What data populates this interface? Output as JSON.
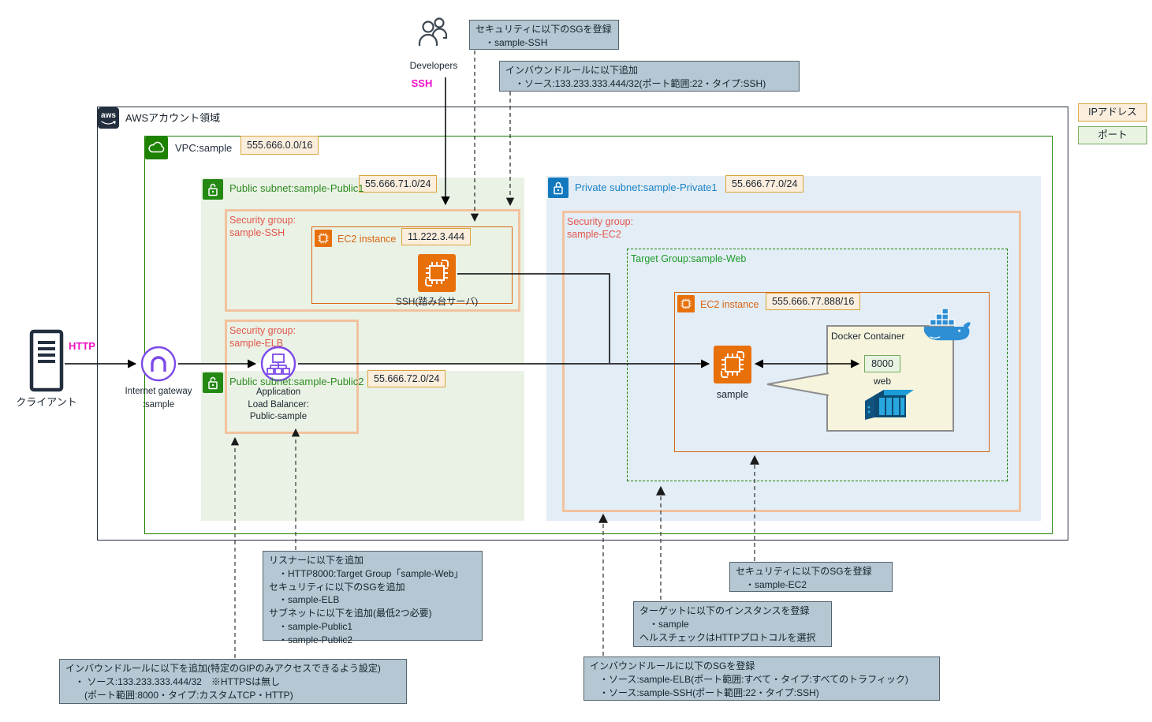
{
  "aws_account": {
    "logo_text": "aws",
    "label": "AWSアカウント領域"
  },
  "legend": {
    "ip": "IPアドレス",
    "port": "ポート"
  },
  "vpc": {
    "label": "VPC:sample",
    "cidr": "555.666.0.0/16"
  },
  "public_subnet1": {
    "label": "Public subnet:sample-Public1",
    "cidr": "55.666.71.0/24"
  },
  "public_subnet2": {
    "label": "Public subnet:sample-Public2",
    "cidr": "55.666.72.0/24"
  },
  "private_subnet": {
    "label": "Private subnet:sample-Private1",
    "cidr": "55.666.77.0/24"
  },
  "security_groups": {
    "ssh": {
      "label": "Security group:\nsample-SSH"
    },
    "elb": {
      "label": "Security group:\nsample-ELB"
    },
    "ec2": {
      "label": "Security group:\nsample-EC2"
    }
  },
  "target_group": {
    "label": "Target Group:sample-Web"
  },
  "bastion": {
    "box_label": "EC2 instance",
    "ip": "11.222.3.444",
    "name": "SSH(踏み台サーバ)"
  },
  "app_ec2": {
    "box_label": "EC2 instance",
    "ip": "555.666.77.888/16",
    "name": "sample"
  },
  "docker": {
    "title": "Docker Container",
    "port": "8000",
    "port_name": "web"
  },
  "client": {
    "label": "クライアント",
    "protocol": "HTTP"
  },
  "internet_gateway": {
    "label": "Internet gateway\n:sample"
  },
  "alb": {
    "label": "Application\nLoad Balancer:\nPublic-sample"
  },
  "developers": {
    "label": "Developers",
    "protocol": "SSH"
  },
  "annotations": {
    "register_sg_ssh": "セキュリティに以下のSGを登録\n　・sample-SSH",
    "inbound_ssh": "インバウンドルールに以下追加\n　・ソース:133.233.333.444/32(ポート範囲:22・タイプ:SSH)",
    "listener": "リスナーに以下を追加\n　・HTTP8000:Target Group「sample-Web」\nセキュリティに以下のSGを追加\n　・sample-ELB\nサブネットに以下を追加(最低2つ必要)\n　・sample-Public1\n　・sample-Public2",
    "inbound_elb": "インバウンドルールに以下を追加(特定のGIPのみアクセスできるよう設定)\n　・ ソース:133.233.333.444/32　※HTTPSは無し\n　　(ポート範囲:8000・タイプ:カスタムTCP・HTTP)",
    "register_sg_ec2": "セキュリティに以下のSGを登録\n　・sample-EC2",
    "target_register": "ターゲットに以下のインスタンスを登録\n　・sample\nヘルスチェックはHTTPプロトコルを選択",
    "inbound_ec2_sg": "インバウンドルールに以下のSGを登録\n　・ソース:sample-ELB(ポート範囲:すべて・タイプ:すべてのトラフィック)\n　・ソース:sample-SSH(ポート範囲:22・タイプ:SSH)"
  },
  "colors": {
    "aws_border": "#232f3e",
    "vpc_green": "#1d8102",
    "subnet_public_fill": "#eaf2e5",
    "subnet_private_fill": "#e3edf6",
    "sg_border": "#f2c29e",
    "sg_text_red": "#e2574c",
    "ec2_orange": "#ed7100",
    "alb_purple": "#8c4fff",
    "magenta": "#ee10c3",
    "ip_badge_fill": "#fceedd",
    "ip_badge_border": "#d9a43b",
    "port_badge_fill": "#e9f3e2",
    "port_badge_border": "#74a95c",
    "note_fill": "#b5c7d2",
    "docker_blue": "#1e9cd7",
    "docker_box_fill": "#f6f4dc"
  }
}
